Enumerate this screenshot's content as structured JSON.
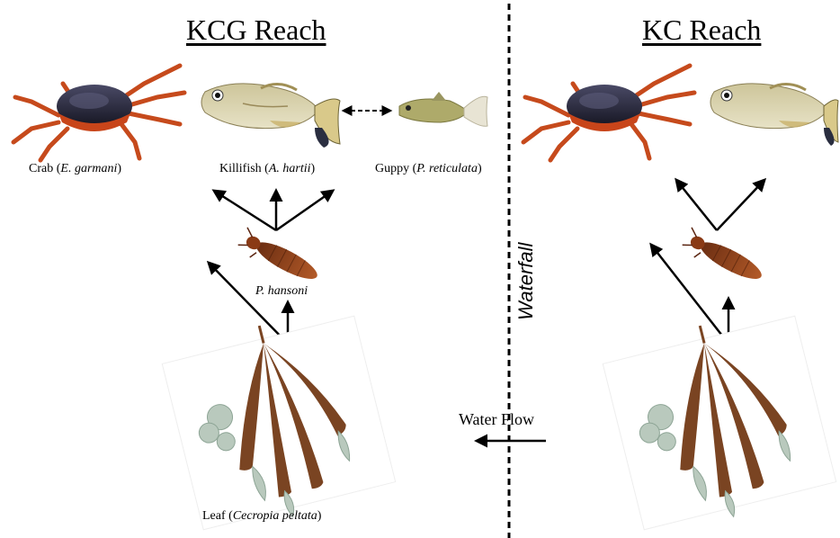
{
  "titles": {
    "left": "KCG Reach",
    "right": "KC Reach"
  },
  "labels": {
    "crab": {
      "prefix": "Crab (",
      "species": "E. garmani",
      "suffix": ")"
    },
    "killifish": {
      "prefix": "Killifish (",
      "species": "A. hartii",
      "suffix": ")"
    },
    "guppy": {
      "prefix": "Guppy (",
      "species": "P. reticulata",
      "suffix": ")"
    },
    "insect": {
      "species": "P. hansoni"
    },
    "leaf": {
      "prefix": "Leaf (",
      "species": "Cecropia peltata",
      "suffix": ")"
    }
  },
  "waterfall_label": "Waterfall",
  "water_flow_label": "Water Flow",
  "icons": [
    "crab-icon",
    "killifish-icon",
    "guppy-icon",
    "insect-larva-icon",
    "leaf-icon"
  ]
}
